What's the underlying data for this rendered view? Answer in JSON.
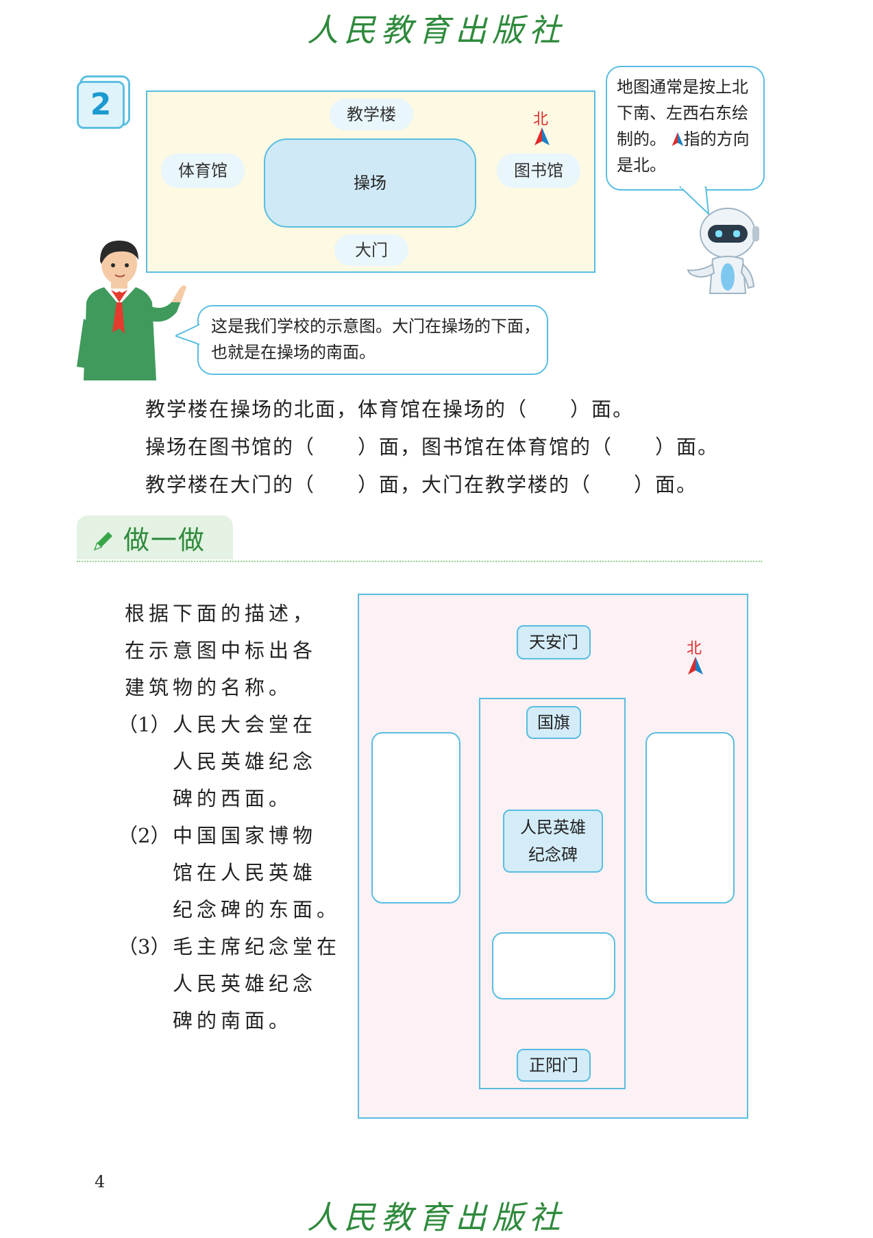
{
  "header": {
    "publisher": "人民教育出版社"
  },
  "example": {
    "number": "2",
    "map": {
      "north": "北",
      "buildings": {
        "teaching_building": "教学楼",
        "gym": "体育馆",
        "playground": "操场",
        "library": "图书馆",
        "gate": "大门"
      }
    },
    "robot_bubble": {
      "text_before": "地图通常是按上北下南、左西右东绘制的。",
      "text_after": "指的方向是北。"
    },
    "boy_bubble": "这是我们学校的示意图。大门在操场的下面，也就是在操场的南面。",
    "questions": [
      "教学楼在操场的北面，体育馆在操场的（　　）面。",
      "操场在图书馆的（　　）面，图书馆在体育馆的（　　）面。",
      "教学楼在大门的（　　）面，大门在教学楼的（　　）面。"
    ]
  },
  "exercise": {
    "title": "做一做",
    "intro": [
      "根据下面的描述，",
      "在示意图中标出各",
      "建筑物的名称。"
    ],
    "items": [
      {
        "marker": "（1）",
        "lines": [
          "人民大会堂在",
          "人民英雄纪念",
          "碑的西面。"
        ]
      },
      {
        "marker": "（2）",
        "lines": [
          "中国国家博物",
          "馆在人民英雄",
          "纪念碑的东面。"
        ]
      },
      {
        "marker": "（3）",
        "lines": [
          "毛主席纪念堂在",
          "人民英雄纪念",
          "碑的南面。"
        ]
      }
    ],
    "map": {
      "north": "北",
      "tiananmen": "天安门",
      "flag": "国旗",
      "monument_line1": "人民英雄",
      "monument_line2": "纪念碑",
      "zhengyangmen": "正阳门"
    }
  },
  "footer": {
    "page_number": "4",
    "publisher": "人民教育出版社"
  },
  "colors": {
    "accent_blue": "#58bde0",
    "green": "#2f8a3c",
    "north_red": "#e02a2a"
  }
}
